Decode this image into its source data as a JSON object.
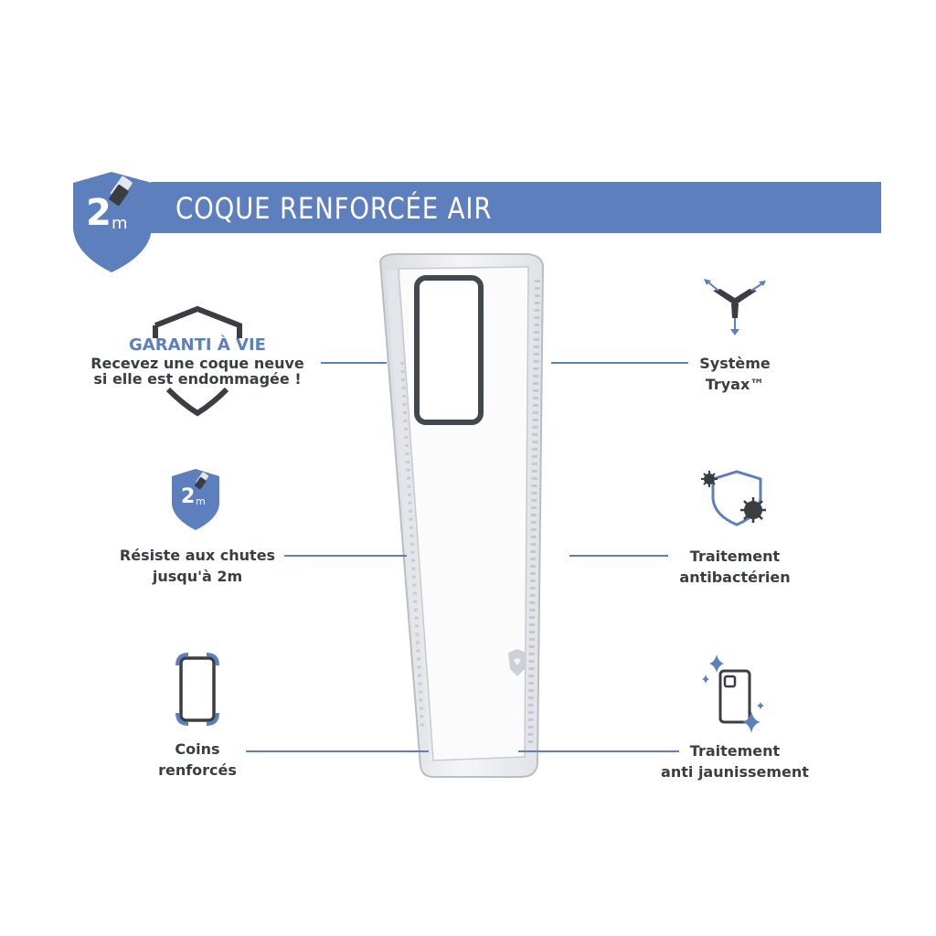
{
  "header": {
    "badge_number": "2",
    "badge_unit": "m",
    "title": "COQUE RENFORCÉE AIR"
  },
  "features_left": [
    {
      "title": "GARANTI À VIE",
      "lines": [
        "Recevez une coque neuve",
        "si elle est endommagée !"
      ],
      "icon": "shield-outline-icon"
    },
    {
      "lines": [
        "Résiste aux chutes",
        "jusqu'à 2m"
      ],
      "icon": "drop-shield-icon",
      "badge_number": "2",
      "badge_unit": "m"
    },
    {
      "lines": [
        "Coins",
        "renforcés"
      ],
      "icon": "reinforced-corners-icon"
    }
  ],
  "features_right": [
    {
      "lines": [
        "Système",
        "Tryax™"
      ],
      "icon": "tryax-arrows-icon"
    },
    {
      "lines": [
        "Traitement",
        "antibactérien"
      ],
      "icon": "antibacterial-shield-icon"
    },
    {
      "lines": [
        "Traitement",
        "anti jaunissement"
      ],
      "icon": "sparkle-phone-icon"
    }
  ],
  "colors": {
    "accent": "#5e7fbe",
    "text": "#3a3d42"
  }
}
